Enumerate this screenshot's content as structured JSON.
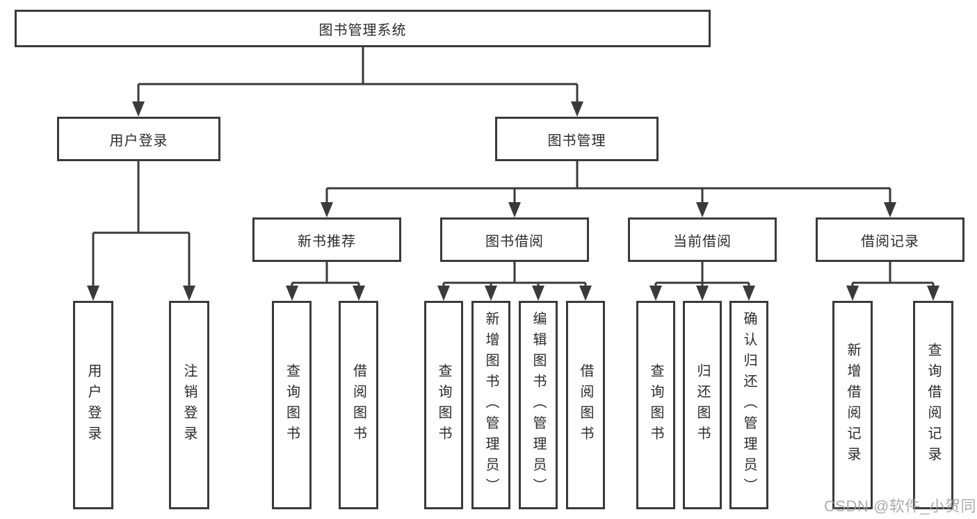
{
  "diagram": {
    "root": {
      "label": "图书管理系统"
    },
    "level2": [
      {
        "label": "用户登录"
      },
      {
        "label": "图书管理"
      }
    ],
    "level3": [
      {
        "label": "新书推荐"
      },
      {
        "label": "图书借阅"
      },
      {
        "label": "当前借阅"
      },
      {
        "label": "借阅记录"
      }
    ],
    "leaves": {
      "user_login": [
        {
          "label": "用户登录"
        },
        {
          "label": "注销登录"
        }
      ],
      "new_book": [
        {
          "label": "查询图书"
        },
        {
          "label": "借阅图书"
        }
      ],
      "book_borrow": [
        {
          "label": "查询图书"
        },
        {
          "label": "新增图书（管理员）"
        },
        {
          "label": "编辑图书（管理员）"
        },
        {
          "label": "借阅图书"
        }
      ],
      "current_borrow": [
        {
          "label": "查询图书"
        },
        {
          "label": "归还图书"
        },
        {
          "label": "确认归还（管理员）"
        }
      ],
      "borrow_records": [
        {
          "label": "新增借阅记录"
        },
        {
          "label": "查询借阅记录"
        }
      ]
    }
  },
  "watermark": {
    "text": "CSDN @软件_小贺同学"
  },
  "colors": {
    "line": "#3a3a3a",
    "text": "#2b2b2b",
    "background": "#ffffff",
    "watermark": "#9e9e9e"
  }
}
